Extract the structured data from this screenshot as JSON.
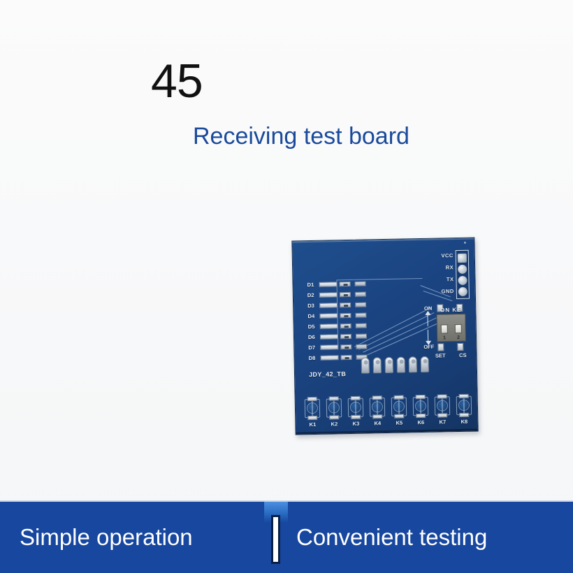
{
  "heading": {
    "number": "45",
    "subtitle": "Receiving test board",
    "number_color": "#111111",
    "subtitle_color": "#1a4a9c"
  },
  "banner": {
    "left_text": "Simple operation",
    "right_text": "Convenient testing",
    "background_color": "#17479e",
    "text_color": "#ffffff",
    "divider": "vertical-bar"
  },
  "board": {
    "silkscreen_part": "JDY_42_TB",
    "pcb_color": "#1b4583",
    "header_pins": [
      "VCC",
      "RX",
      "TX",
      "GND"
    ],
    "led_labels": [
      "D1",
      "D2",
      "D3",
      "D4",
      "D5",
      "D6",
      "D7",
      "D8"
    ],
    "button_labels": [
      "K1",
      "K2",
      "K3",
      "K4",
      "K5",
      "K6",
      "K7",
      "K8"
    ],
    "dip_switch": {
      "top_label": "ON KE",
      "on_label": "ON",
      "off_label": "OFF",
      "positions": [
        "1",
        "2"
      ],
      "bottom_labels": [
        "SET",
        "CS"
      ]
    }
  }
}
